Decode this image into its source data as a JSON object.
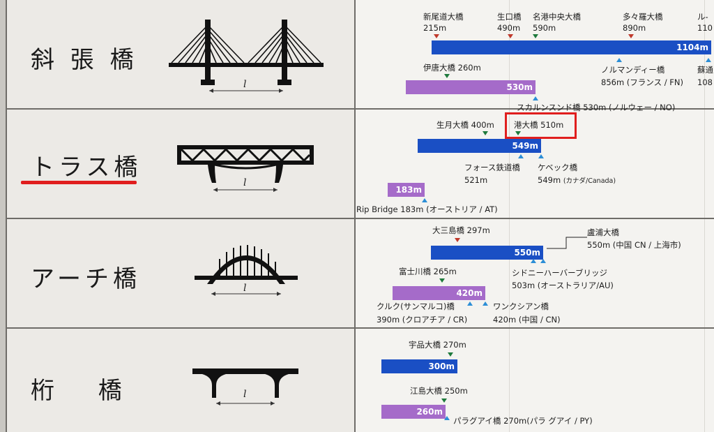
{
  "rows": [
    {
      "title": "斜 張 橋",
      "icon": "cable-stayed-bridge-icon",
      "items": [
        {
          "label": "新尾道大橋",
          "value_text": "215m"
        },
        {
          "label": "生口橋",
          "value_text": "490m"
        },
        {
          "label": "名港中央大橋",
          "value_text": "590m"
        },
        {
          "label": "多々羅大橋",
          "value_text": "890m"
        },
        {
          "label": "ル-",
          "value_text": "110"
        },
        {
          "label": "ノルマンディー橋",
          "value_text": "856m (フランス / FN)"
        },
        {
          "label": "蘇通",
          "value_text": "108"
        },
        {
          "label": "伊唐大橋 260m"
        },
        {
          "label": "スカルンスンド橋 530m (ノルウェー / NO)"
        }
      ],
      "bars": [
        {
          "value": 1104,
          "text": "1104m",
          "color": "blue"
        },
        {
          "value": 530,
          "text": "530m",
          "color": "purple"
        }
      ]
    },
    {
      "title": "トラス橋",
      "icon": "truss-bridge-icon",
      "items": [
        {
          "label": "生月大橋 400m"
        },
        {
          "label": "港大橋 510m",
          "highlighted": true
        },
        {
          "label": "フォース鉄道橋",
          "value_text": "521m"
        },
        {
          "label": "ケベック橋",
          "value_text": "549m",
          "note": "(カナダ/Canada)"
        },
        {
          "label": "Rip Bridge 183m (オーストリア / AT)"
        }
      ],
      "bars": [
        {
          "value": 549,
          "text": "549m",
          "color": "blue"
        },
        {
          "value": 183,
          "text": "183m",
          "color": "purple"
        }
      ]
    },
    {
      "title": "アーチ橋",
      "icon": "arch-bridge-icon",
      "items": [
        {
          "label": "大三島橋 297m"
        },
        {
          "label": "盧浦大橋",
          "value_text": "550m (中国 CN / 上海市)"
        },
        {
          "label": "富士川橋 265m"
        },
        {
          "label": "シドニーハーバーブリッジ",
          "value_text": "503m (オーストラリア/AU)"
        },
        {
          "label": "クルク(サンマルコ)橋",
          "value_text": "390m (クロアチア / CR)"
        },
        {
          "label": "ワンクシアン橋",
          "value_text": "420m (中国 / CN)"
        }
      ],
      "bars": [
        {
          "value": 550,
          "text": "550m",
          "color": "blue"
        },
        {
          "value": 420,
          "text": "420m",
          "color": "purple"
        }
      ]
    },
    {
      "title": "桁　 橋",
      "icon": "girder-bridge-icon",
      "items": [
        {
          "label": "宇品大橋 270m"
        },
        {
          "label": "江島大橋 250m"
        },
        {
          "label": "パラグアイ橋 270m(パラ グアイ / PY)"
        }
      ],
      "bars": [
        {
          "value": 300,
          "text": "300m",
          "color": "blue"
        },
        {
          "value": 260,
          "text": "260m",
          "color": "purple"
        }
      ]
    }
  ],
  "span_symbol": "l",
  "colors": {
    "domestic_bar": "#1a4fc4",
    "overseas_bar": "#a56bc9",
    "highlight": "#e01e1e",
    "marker_red": "#c0392b",
    "marker_green": "#1e7a3c",
    "marker_blue": "#2c8ed6"
  }
}
